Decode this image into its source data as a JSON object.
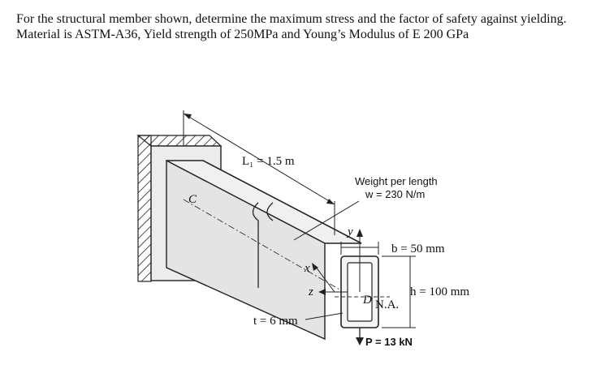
{
  "problem": {
    "line1": "For the structural member shown, determine the maximum stress and the factor of safety against yielding.",
    "line2": "Material is ASTM-A36,  Yield strength of 250MPa and Young’s Modulus of E 200 GPa"
  },
  "figure": {
    "length_label": "L₁ = 1.5 m",
    "weight_title": "Weight per length",
    "weight_value": "w = 230 N/m",
    "point_c": "C",
    "axis_y": "y",
    "axis_x": "x",
    "axis_z": "z",
    "width_label": "b = 50 mm",
    "height_label": "h = 100 mm",
    "neutral_axis": "N.A.",
    "point_d": "D",
    "thickness_label": "t = 6 mm",
    "load_label": "P = 13 kN"
  }
}
